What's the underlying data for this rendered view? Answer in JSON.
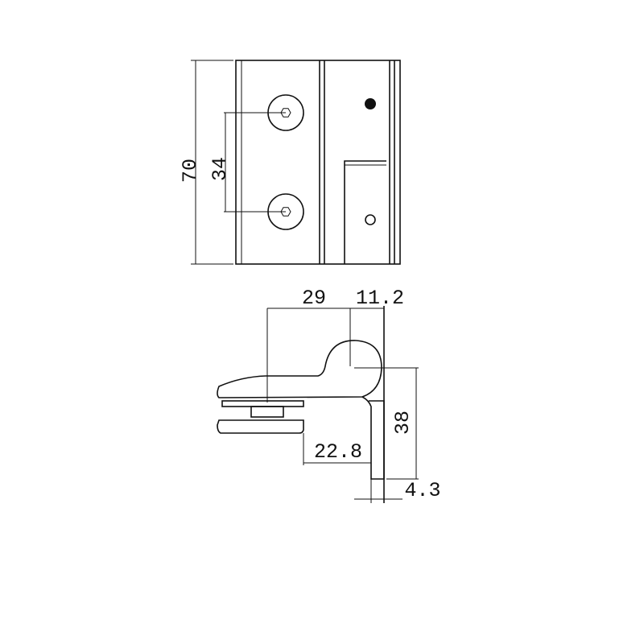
{
  "drawing": {
    "front_view": {
      "dimensions": {
        "height": "70",
        "hole_spacing": "34"
      }
    },
    "side_view": {
      "dimensions": {
        "clamp_depth": "29",
        "pin_offset": "11.2",
        "leg_offset": "22.8",
        "leg_height": "38",
        "leg_thickness": "4.3"
      }
    },
    "line_color": "#111111"
  }
}
